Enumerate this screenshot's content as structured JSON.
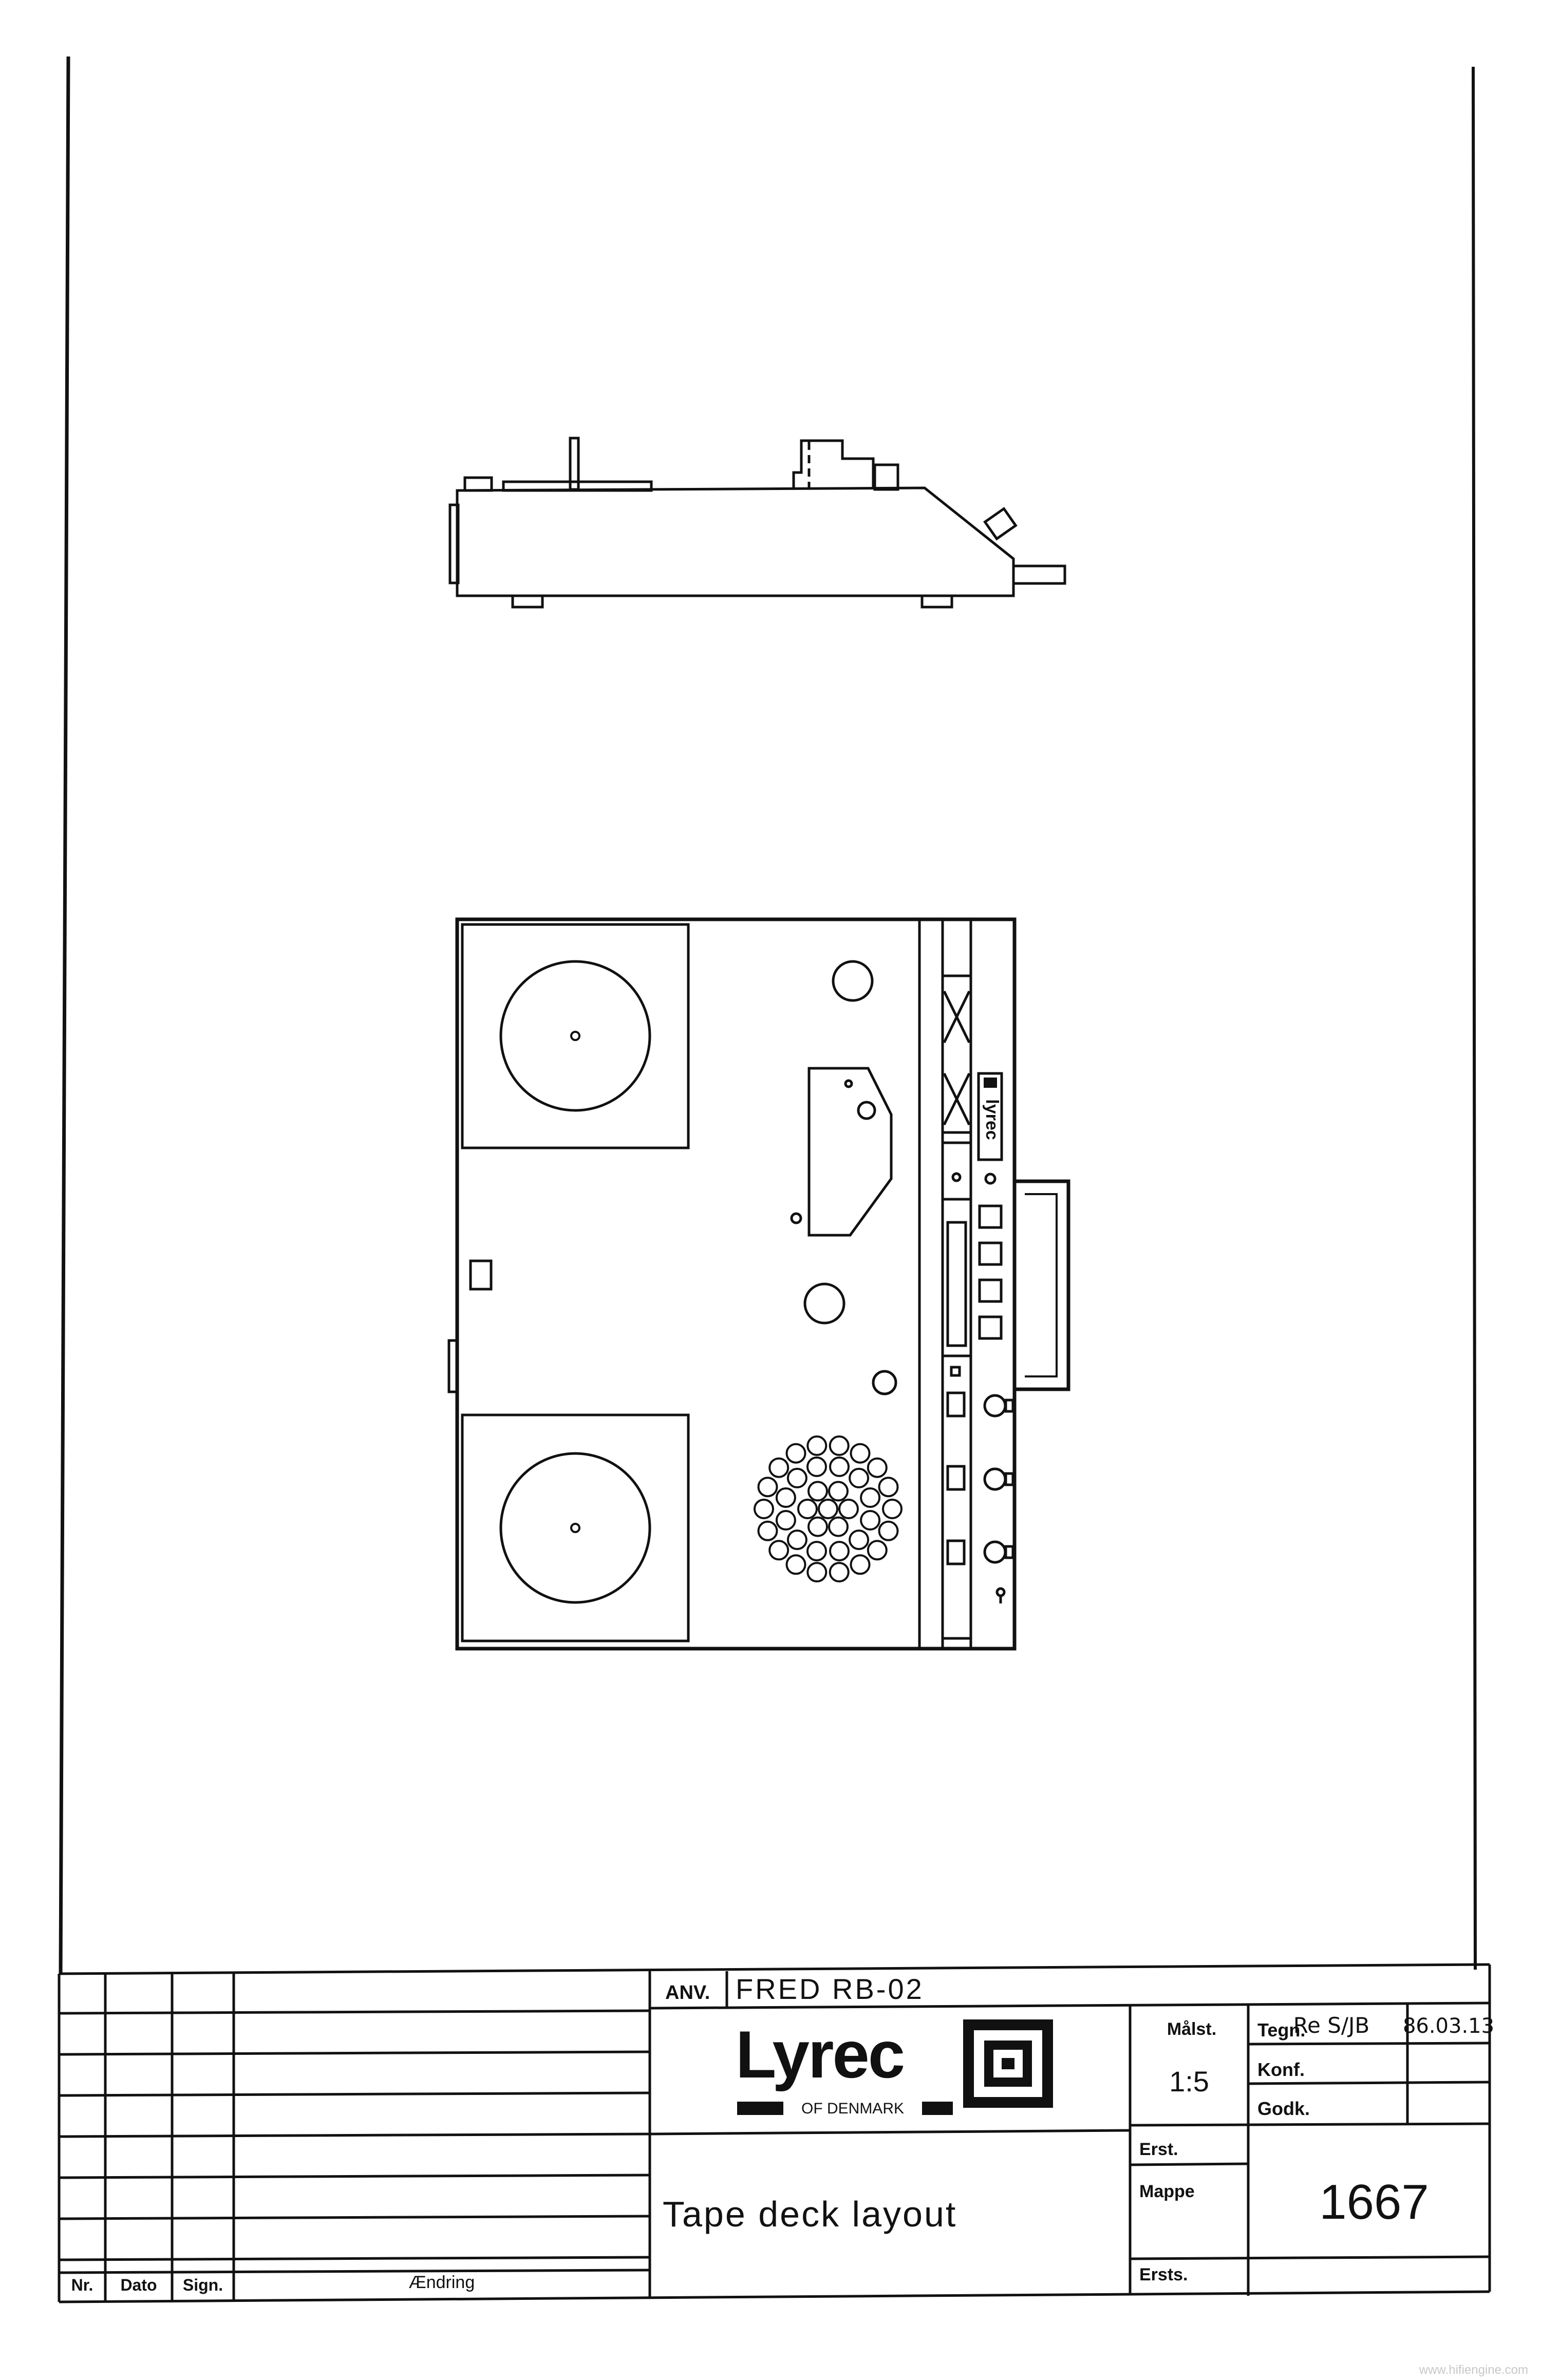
{
  "title_block": {
    "anv_label": "ANV.",
    "anv_value": "FRED RB-02",
    "company_name": "Lyrec",
    "company_sub": "OF DENMARK",
    "malst_label": "Målst.",
    "malst_value": "1:5",
    "tegn_label": "Tegn.",
    "tegn_value": "Re S/JB",
    "tegn_date": "86.03.13",
    "konf_label": "Konf.",
    "godk_label": "Godk.",
    "erst_label": "Erst.",
    "mappe_label": "Mappe",
    "mappe_value": "1667",
    "ersts_label": "Ersts.",
    "drawing_title": "Tape deck layout"
  },
  "revision_table": {
    "nr_label": "Nr.",
    "dato_label": "Dato",
    "sign_label": "Sign.",
    "aendring_label": "Ændring"
  },
  "front_panel": {
    "brand_vertical": "lyrec"
  },
  "footer": {
    "watermark": "www.hifiengine.com"
  }
}
